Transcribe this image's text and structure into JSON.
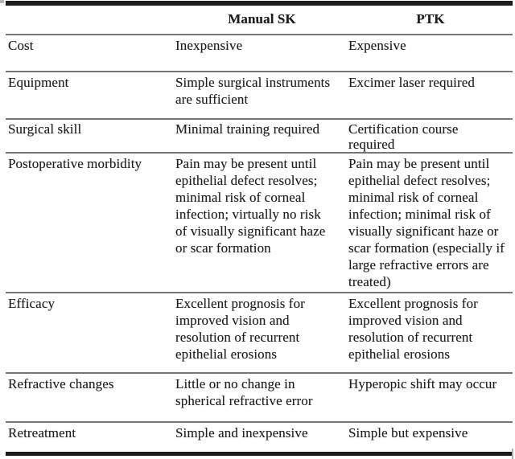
{
  "table": {
    "header": {
      "manual_sk": "Manual SK",
      "ptk": "PTK"
    },
    "rows": [
      {
        "label": "Cost",
        "manual_sk": "Inexpensive",
        "ptk": "Expensive"
      },
      {
        "label": "Equipment",
        "manual_sk": "Simple surgical instruments\nare sufficient",
        "ptk": "Excimer laser required"
      },
      {
        "label": "Surgical skill",
        "manual_sk": "Minimal training required",
        "ptk": "Certification course\nrequired"
      },
      {
        "label": "Postoperative morbidity",
        "manual_sk": "Pain may be present until\nepithelial defect resolves;\nminimal risk of corneal\ninfection; virtually no risk\nof visually significant haze\nor scar formation",
        "ptk": "Pain may be present until\nepithelial defect resolves;\nminimal risk of corneal\ninfection; minimal risk of\nvisually significant haze or\nscar formation (especially if\nlarge refractive errors are\ntreated)"
      },
      {
        "label": "Efficacy",
        "manual_sk": "Excellent prognosis for\nimproved vision and\nresolution of recurrent\nepithelial erosions",
        "ptk": "Excellent prognosis for\nimproved vision and\nresolution of recurrent\nepithelial erosions"
      },
      {
        "label": "Refractive changes",
        "manual_sk": "Little or no change in\nspherical refractive error",
        "ptk": "Hyperopic shift may occur"
      },
      {
        "label": "Retreatment",
        "manual_sk": "Simple and inexpensive",
        "ptk": "Simple but expensive"
      }
    ]
  },
  "colors": {
    "text": "#1e1e1e",
    "thick_rule": "#1c1c1c",
    "thin_rule": "#767676",
    "background": "#ffffff"
  }
}
